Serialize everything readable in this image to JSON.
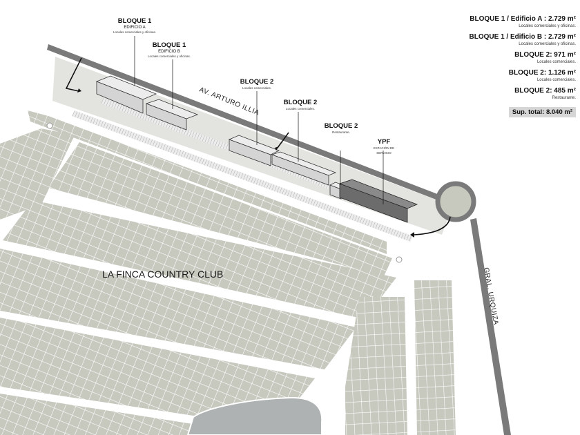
{
  "map": {
    "street_top": "AV. ARTURO ILLIA",
    "street_right": "GRAL. URQUIZA",
    "club_name": "LA FINCA COUNTRY CLUB"
  },
  "blocks": [
    {
      "title": "BLOQUE 1",
      "line1": "EDIFICIO A",
      "line2": "Locales comerciales y oficinas."
    },
    {
      "title": "BLOQUE 1",
      "line1": "EDIFICIO B",
      "line2": "Locales comerciales y oficinas."
    },
    {
      "title": "BLOQUE 2",
      "line1": "Locales comerciales.",
      "line2": ""
    },
    {
      "title": "BLOQUE 2",
      "line1": "Locales comerciales.",
      "line2": ""
    },
    {
      "title": "BLOQUE 2",
      "line1": "Restaurante.",
      "line2": ""
    },
    {
      "title": "YPF",
      "line1": "ESTACIÓN DE",
      "line2": "SERVICIO"
    }
  ],
  "legend": {
    "items": [
      {
        "title": "BLOQUE 1 / Edificio A : 2.729 m²",
        "sub": "Locales comerciales y oficinas."
      },
      {
        "title": "BLOQUE 1 / Edificio B : 2.729 m²",
        "sub": "Locales comerciales y oficinas."
      },
      {
        "title": "BLOQUE 2: 971 m²",
        "sub": "Locales comerciales."
      },
      {
        "title": "BLOQUE 2: 1.126 m²",
        "sub": "Locales comerciales."
      },
      {
        "title": "BLOQUE 2: 485 m²",
        "sub": "Restaurante."
      }
    ],
    "total": "Sup. total: 8.040 m²"
  },
  "colors": {
    "lot_fill": "#c7c9bf",
    "lot_line": "#ffffff",
    "road": "#7a7a7a",
    "building_light": "#d4d4d4",
    "building_dark": "#6c6c6c",
    "lake": "#aeb2b2"
  }
}
